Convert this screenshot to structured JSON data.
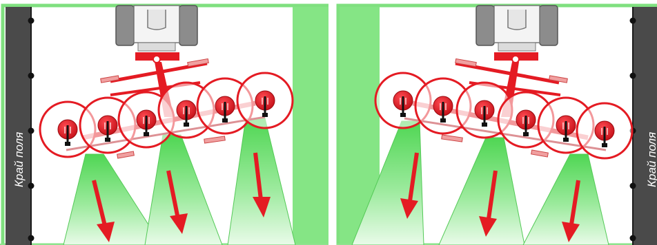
{
  "panels": [
    {
      "id": "left",
      "field_edge_label": "Край поля",
      "field_edge_side": "left",
      "rake_direction": "rising to the right",
      "rotor_count": 6,
      "swath_count": 3
    },
    {
      "id": "right",
      "field_edge_label": "Край поля",
      "field_edge_side": "right",
      "rake_direction": "falling to the right",
      "rotor_count": 6,
      "swath_count": 3
    }
  ],
  "colors": {
    "frame_green": "#7fe07f",
    "swath_green": "#67e06a",
    "rake_red": "#e41b23",
    "edge_gray": "#4a4a4a",
    "tractor_gray": "#8c8c8c"
  },
  "icons": [
    "tractor-icon",
    "rotary-rake-icon",
    "direction-arrow-icon",
    "field-edge-post-icon"
  ]
}
